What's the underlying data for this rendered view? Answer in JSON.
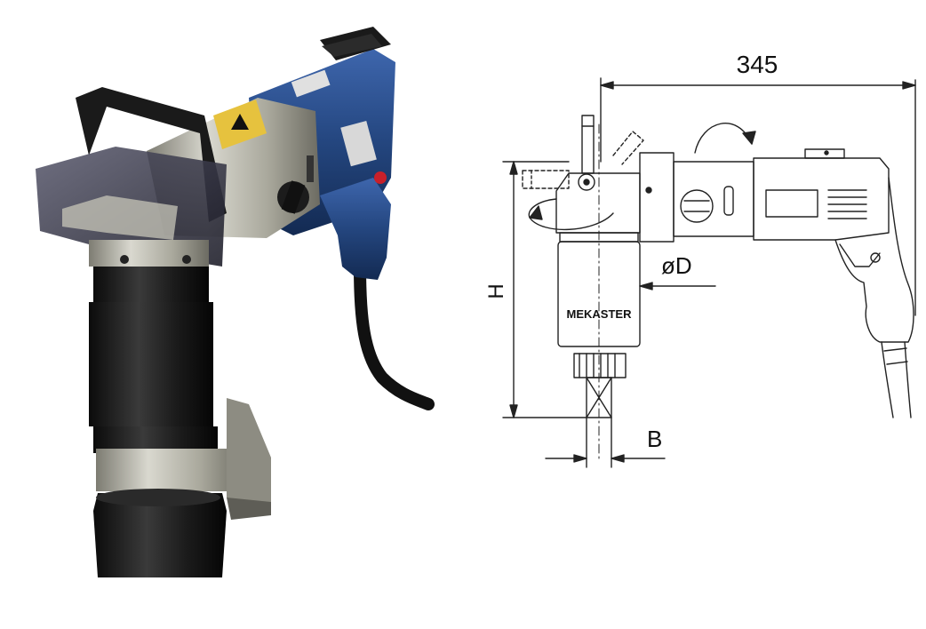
{
  "photo": {
    "device": "electric torque wrench (photo)",
    "colors": {
      "housing": "#2a4f8f",
      "metal": "#a9a89c",
      "steel": "#c8c7bd",
      "black": "#171717",
      "red": "#c8202a",
      "guard": "#3a3a44"
    }
  },
  "drawing": {
    "brand": "MEKASTER",
    "dimensions": {
      "length_label": "345",
      "height_label": "H",
      "diameter_label": "øD",
      "square_label": "B"
    },
    "colors": {
      "line": "#222222"
    }
  }
}
